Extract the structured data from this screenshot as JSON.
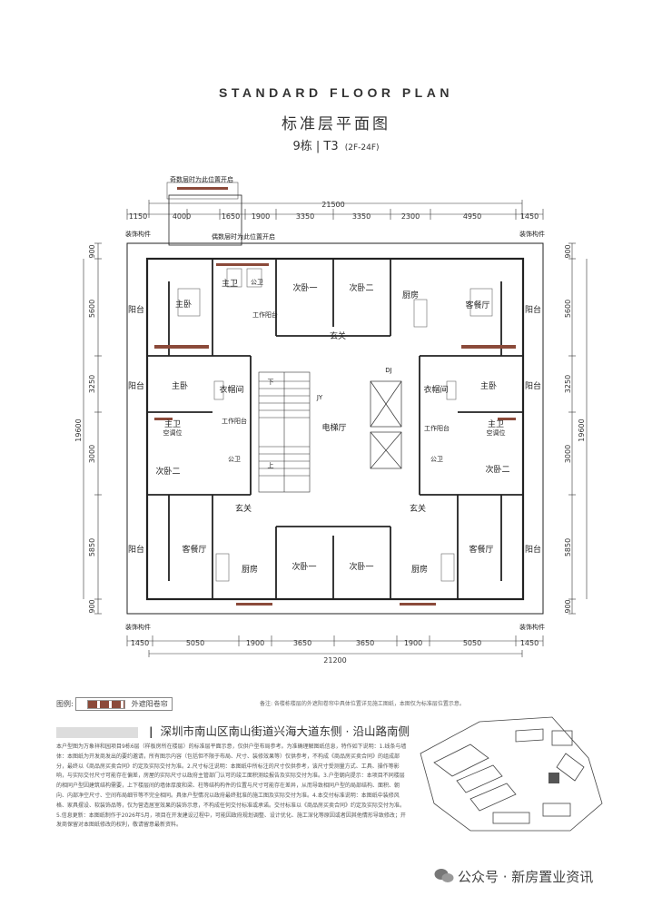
{
  "header": {
    "title_en": "STANDARD FLOOR PLAN",
    "title_cn": "标准层平面图",
    "building": "9栋",
    "unit_type": "T3",
    "floors": "(2F-24F)"
  },
  "dimensions": {
    "top_total": "21500",
    "top_segments": [
      "1150",
      "4000",
      "1650",
      "1900",
      "3350",
      "3350",
      "2300",
      "4950",
      "1450"
    ],
    "bottom_total": "21200",
    "bottom_segments": [
      "1450",
      "5050",
      "1900",
      "3650",
      "3650",
      "1900",
      "5050",
      "1450"
    ],
    "left_total": "19600",
    "side_segments": [
      "900",
      "5600",
      "3250",
      "3000",
      "5850",
      "900"
    ]
  },
  "annotations": {
    "top_note": "奇数层时为此位置开启",
    "top_note2": "偶数层时为此位置开启",
    "decor_tl": "装饰构件",
    "decor_tr": "装饰构件",
    "decor_bl": "装饰构件",
    "decor_br": "装饰构件"
  },
  "rooms": {
    "master_bed": "主卧",
    "master_bath": "主卫",
    "public_bath": "公卫",
    "second_bed_1": "次卧一",
    "second_bed_2": "次卧二",
    "kitchen": "厨房",
    "living_dining": "客餐厅",
    "balcony": "阳台",
    "foyer": "玄关",
    "walk_in_closet": "衣帽间",
    "work_balcony": "工作阳台",
    "elevator_hall": "电梯厅",
    "down": "下",
    "up": "上",
    "ac": "空调位",
    "jy": "JY",
    "dj": "DJ"
  },
  "legend": {
    "label": "图例:",
    "item": "外遮阳卷帘",
    "note": "备注: 各楼栋楼层的外遮阳卷帘中具体位置详见施工图纸，本图仅为标准层位置示意。"
  },
  "address": "深圳市南山区南山街道兴海大道东侧 · 沿山路南侧",
  "disclaimer": "本户型图为万象祥和园项目9栋6层（样板房所在楼层）的标准层平面示意，仅供户型布局参考。为准确理解图纸信息，特作如下说明：1.线条与墙体：本图纸为开发商发出的要约邀请，所有图示内容（包括但不限于布局、尺寸、装修效果等）仅供参考，不构成《商品房买卖合同》的组成部分，最终以《商品房买卖合同》约定及实际交付为准。2.尺寸标注说明：本图纸中所标注的尺寸仅供参考，该尺寸受测量方式、工具、操作等影响，与实际交付尺寸可能存在偏差，房屋的实际尺寸以政府主管部门认可的竣工面积测绘报告及实际交付为准。3.户型朝向提示：本项目不同楼层的相同户型因建筑结构需要，上下楼层间的墙体厚度和梁、柱等结构构件的位置与尺寸可能存在差异，从而导致相同户型的局部结构、面积、朝向、内部净空尺寸、空间布局细节等不完全相同。具体户型情况以政府最终批准的施工图及实际交付为准。4.本交付标准说明：本图纸中装修风格、家具摆设、软装饰品等，仅为营造居室效果的装饰示意，不构成任何交付标准或承诺。交付标准以《商品房买卖合同》约定及实际交付为准。5.信息更新：本图纸制作于2026年5月，项目在开发建设过程中，可能因政府规划调整、设计优化、施工深化等原因或者因其他情形导致修改；开发商保留对本图纸修改的权利，敬请留意最新资料。",
  "watermark": "公众号 · 新房置业资讯"
}
